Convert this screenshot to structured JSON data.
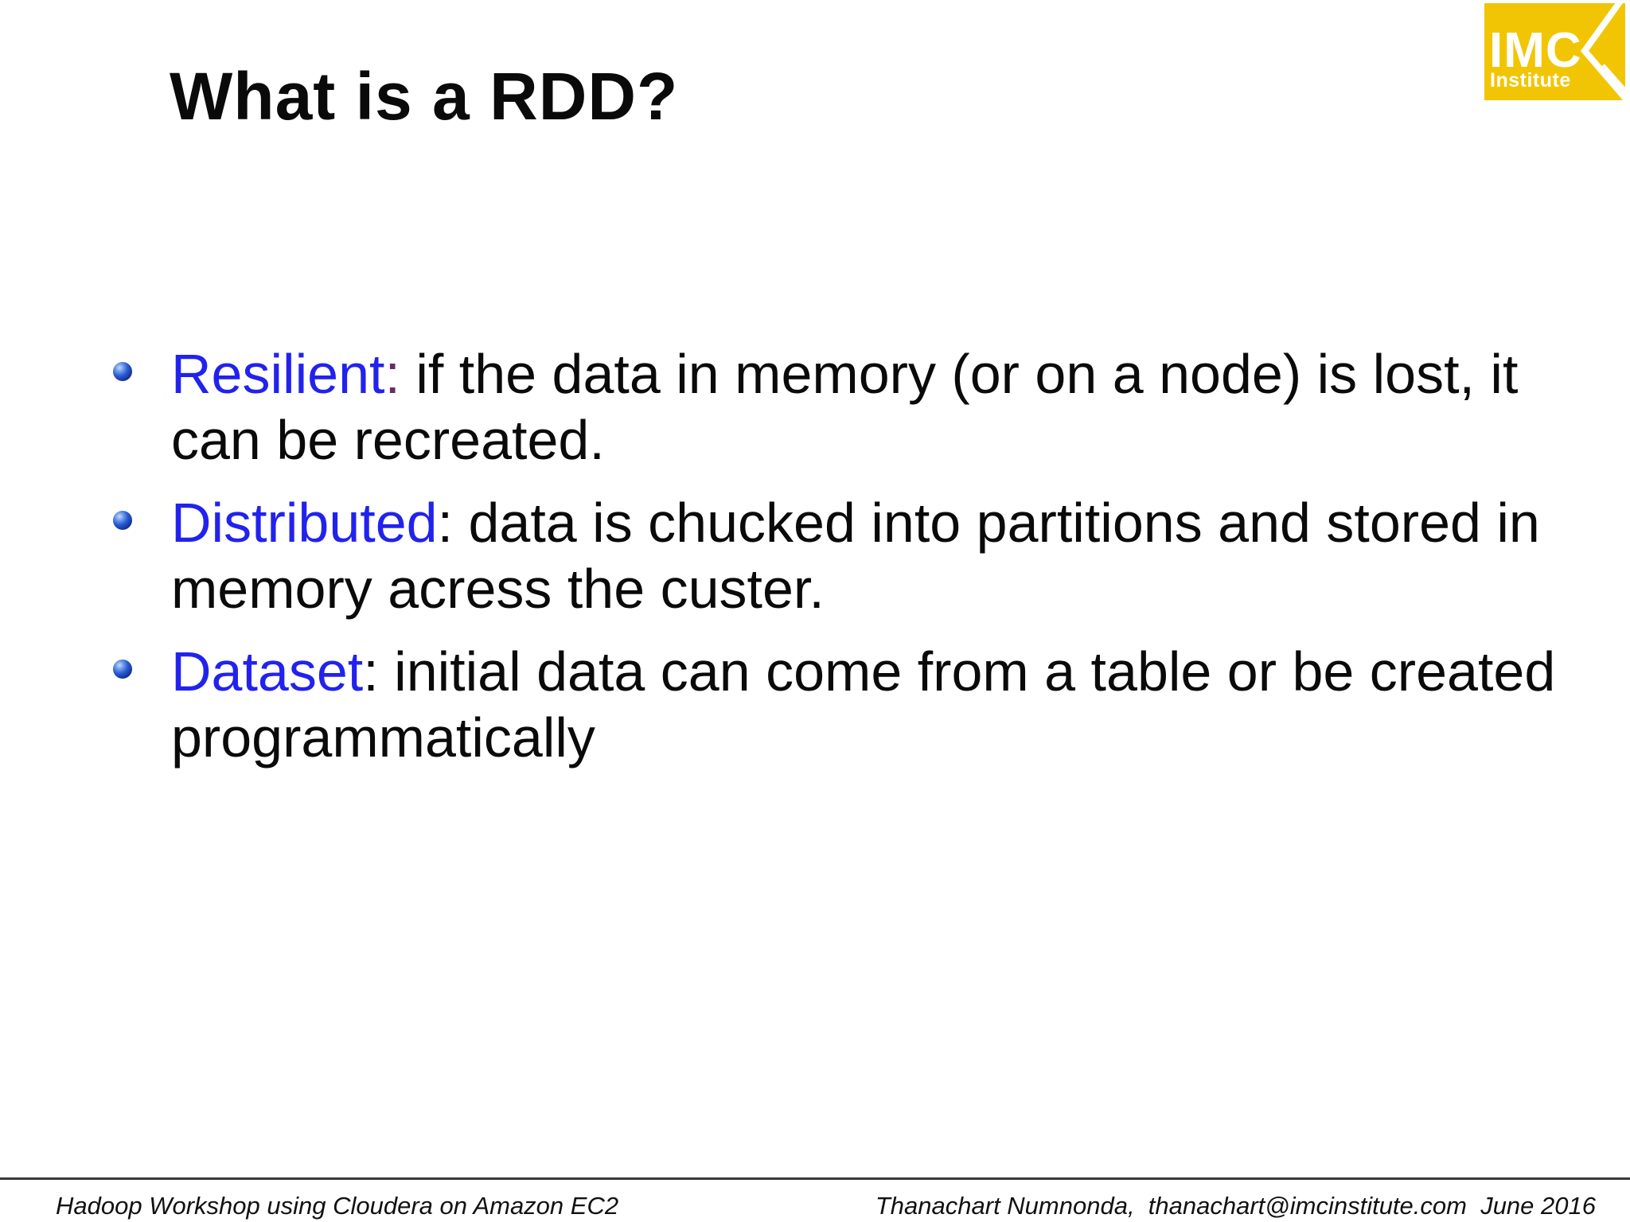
{
  "slide": {
    "title": "What is a RDD?",
    "logo": {
      "line1": "IMC",
      "line2": "Institute"
    },
    "bullets": [
      {
        "term": "Resilient",
        "colon": ":",
        "rest1": " if the data in memory (or on a node) is lost, it",
        "line2": "can be recreated."
      },
      {
        "term": "Distributed",
        "colon": ":",
        "rest1": " data is chucked into partitions and stored in",
        "line2": "memory acress the custer."
      },
      {
        "term": "Dataset",
        "colon": ":",
        "rest1": " initial data can come from a table or be created",
        "line2": "programmatically"
      }
    ],
    "footer": {
      "left": "Hadoop Workshop using Cloudera on Amazon EC2",
      "right": "Thanachart Numnonda,  thanachart@imcinstitute.com  June 2016"
    },
    "colors": {
      "term_blue": "#2222ee",
      "colon_purple": "#6b2a6b",
      "text_black": "#0a0a0a",
      "logo_yellow": "#f2c504",
      "footer_line": "#3a3a3a",
      "bullet_sphere": "#2a5bd7"
    }
  }
}
